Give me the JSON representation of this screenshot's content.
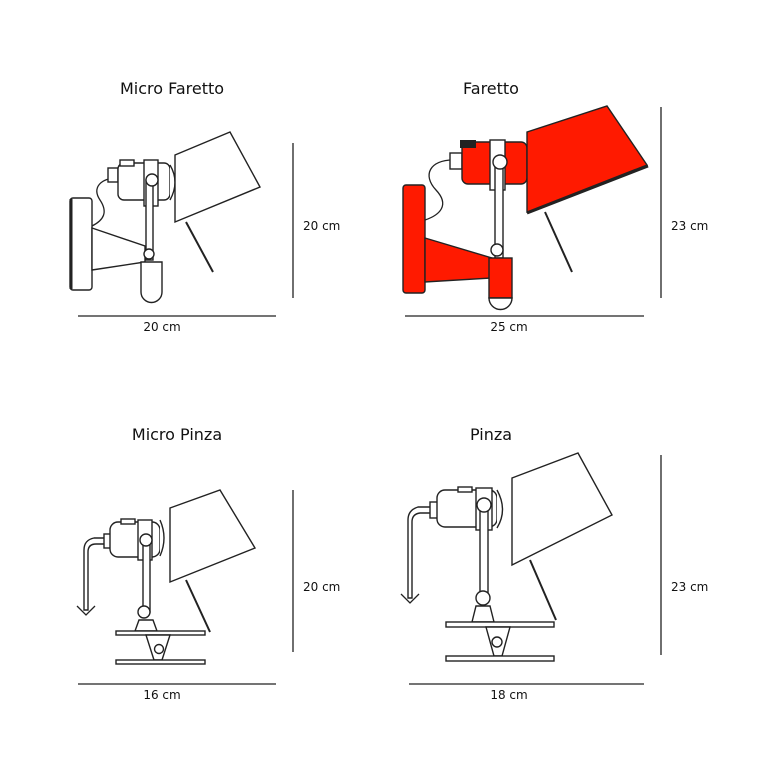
{
  "lamps": [
    {
      "name": "Micro Faretto",
      "width": "20 cm",
      "height": "20 cm",
      "color": "#ffffff"
    },
    {
      "name": "Faretto",
      "width": "25 cm",
      "height": "23 cm",
      "color": "#ff1a00"
    },
    {
      "name": "Micro Pinza",
      "width": "16 cm",
      "height": "20 cm",
      "color": "#ffffff"
    },
    {
      "name": "Pinza",
      "width": "18 cm",
      "height": "23 cm",
      "color": "#ffffff"
    }
  ]
}
